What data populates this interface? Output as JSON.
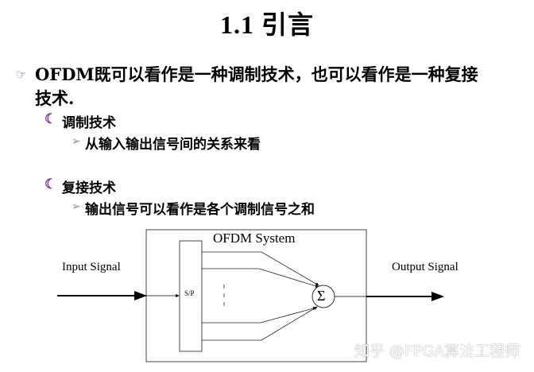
{
  "slide": {
    "title": "1.1 引言",
    "main_bullet": {
      "icon": "pointing-hand-icon",
      "line1": "OFDM既可以看作是一种调制技术，也可以看作是一种复接",
      "line2": "技术."
    },
    "sub_items": [
      {
        "icon": "crescent-moon-bullet-icon",
        "label": "调制技术",
        "detail": {
          "icon": "arrow-triangle-bullet-icon",
          "text": "从输入输出信号间的关系来看"
        }
      },
      {
        "icon": "crescent-moon-bullet-icon",
        "label": "复接技术",
        "detail": {
          "icon": "arrow-triangle-bullet-icon",
          "text": "输出信号可以看作是各个调制信号之和"
        }
      }
    ]
  },
  "diagram": {
    "system_label": "OFDM System",
    "input_label": "Input Signal",
    "output_label": "Output Signal",
    "sp_label": "S/P",
    "sum_symbol": "Σ"
  },
  "watermark": "知乎 @FPGA算法工程师",
  "colors": {
    "moon_bullet": "#7a2fb0",
    "triangle_bullet": "#8f8f8f",
    "hand_bullet": "#5566aa"
  }
}
